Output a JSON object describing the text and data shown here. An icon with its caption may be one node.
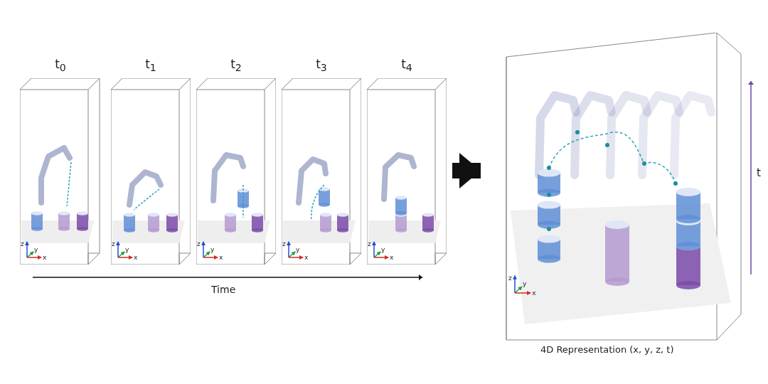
{
  "diagram": {
    "nodes": [
      {
        "text": [
          "t$_{0}$"
        ]
      },
      {
        "text": [
          "t$_{1}$"
        ]
      },
      {
        "text": [
          "t$_{2}$"
        ]
      },
      {
        "text": [
          "t$_{3}$"
        ]
      },
      {
        "text": [
          "t$_{4}$"
        ]
      },
      {
        "text": [
          "4D Representation (x, y, z, t)"
        ]
      }
    ],
    "edges": [
      {
        "from": 4,
        "to": 5,
        "arrow": "to"
      }
    ],
    "labels": [
      "z",
      "y",
      "x",
      "z",
      "y",
      "x",
      "z",
      "y",
      "x",
      "z",
      "y",
      "x",
      "z",
      "y",
      "x",
      "Time",
      "t",
      "z",
      "y",
      "x"
    ]
  }
}
